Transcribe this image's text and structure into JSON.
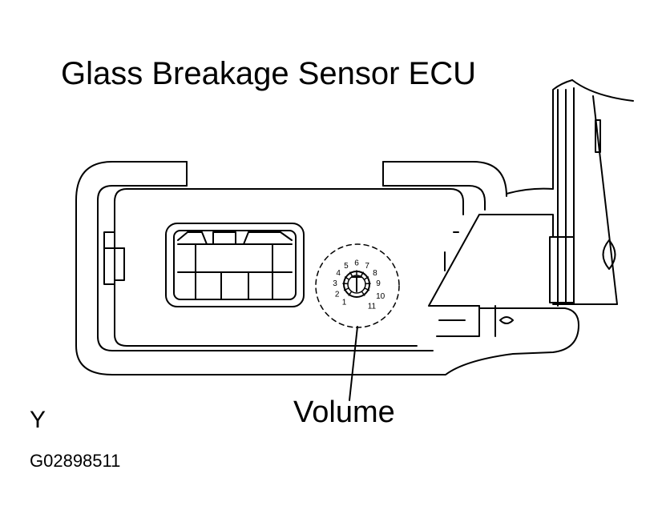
{
  "title": "Glass Breakage Sensor ECU",
  "callout": "Volume",
  "view_letter": "Y",
  "figure_code": "G02898511",
  "dial_numbers": [
    "1",
    "2",
    "3",
    "4",
    "5",
    "6",
    "7",
    "8",
    "9",
    "10",
    "11"
  ],
  "colors": {
    "line": "#000000",
    "background": "#ffffff"
  }
}
